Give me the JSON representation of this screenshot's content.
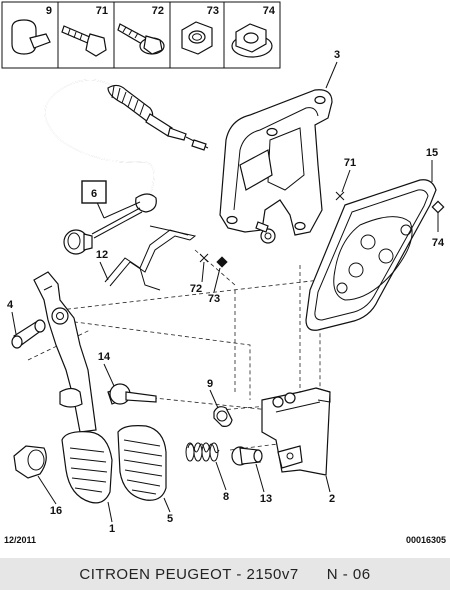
{
  "header_parts": [
    "9",
    "71",
    "72",
    "73",
    "74"
  ],
  "callouts": {
    "c1": "1",
    "c2": "2",
    "c3": "3",
    "c4": "4",
    "c5": "5",
    "c6": "6",
    "c8": "8",
    "c9": "9",
    "c12": "12",
    "c13": "13",
    "c14": "14",
    "c15": "15",
    "c16": "16",
    "c71": "71",
    "c72": "72",
    "c73": "73",
    "c74": "74"
  },
  "footer": {
    "date": "12/2011",
    "code": "00016305",
    "caption": "CITROEN PEUGEOT - 2150v7      N - 06"
  }
}
